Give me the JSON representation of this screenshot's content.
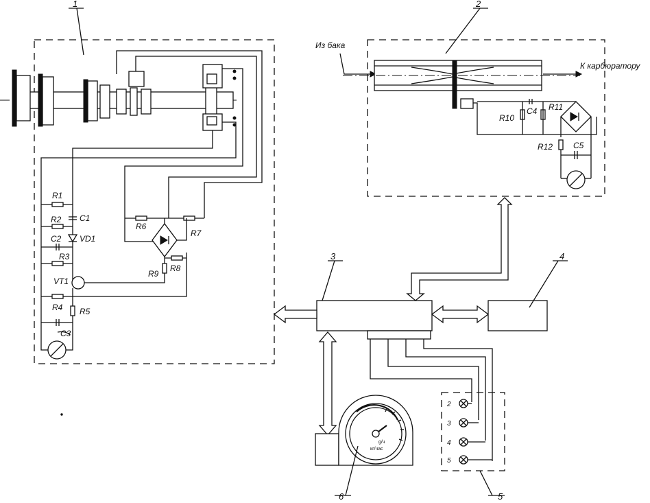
{
  "callouts": {
    "unit1": "1",
    "unit2": "2",
    "unit3": "3",
    "unit4": "4",
    "unit5": "5",
    "unit6": "6"
  },
  "flow": {
    "from_tank": "Из бака",
    "to_carburetor": "К карбюратору"
  },
  "components": {
    "R1": "R1",
    "R2": "R2",
    "R3": "R3",
    "R4": "R4",
    "R5": "R5",
    "R6": "R6",
    "R7": "R7",
    "R8": "R8",
    "R9": "R9",
    "R10": "R10",
    "R11": "R11",
    "R12": "R12",
    "C1": "C1",
    "C2": "C2",
    "C3": "C3",
    "C4": "C4",
    "C5": "C5",
    "VD1": "VD1",
    "VT1": "VT1"
  },
  "lamps": [
    "2",
    "3",
    "4",
    "5"
  ],
  "gauge": {
    "unit_text": "g/ч",
    "unit_sub": "кг/час"
  }
}
